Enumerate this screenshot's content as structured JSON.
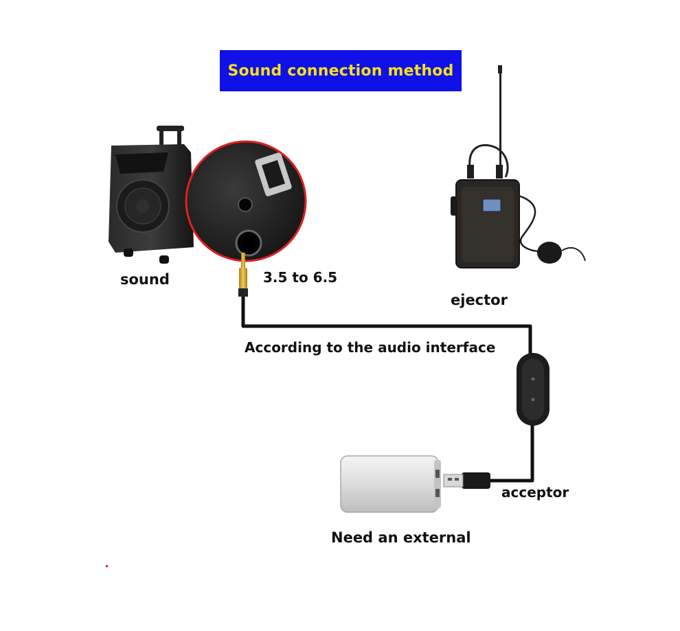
{
  "title": "Sound connection method",
  "labels": {
    "sound": "sound",
    "adapter": "3.5 to 6.5",
    "ejector": "ejector",
    "interface_note": "According to the audio interface",
    "acceptor": "acceptor",
    "external": "Need an external"
  },
  "colors": {
    "banner_bg": "#1010e8",
    "banner_text": "#f4e21a",
    "cable": "#111111",
    "gold_plug": "#d4a82a",
    "zoom_ring": "#e02020"
  },
  "icons": {
    "speaker": "portable-speaker-icon",
    "port_zoom": "line-in-port-zoom-icon",
    "transmitter": "bodypack-transmitter-icon",
    "receiver": "usb-receiver-icon",
    "power_bank": "power-bank-icon"
  }
}
